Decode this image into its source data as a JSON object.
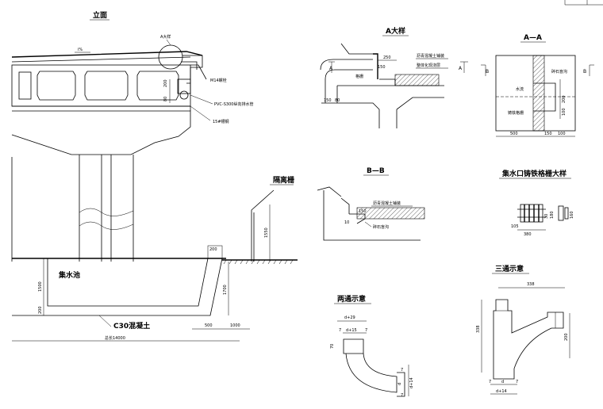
{
  "titles": {
    "elevation": "立面",
    "detail_a": "A大样",
    "section_aa": "A—A",
    "section_bb": "B—B",
    "grate_detail": "集水口铸铁格栅大样",
    "two_way": "两通示意",
    "three_way": "三通示意",
    "isolation_fence": "隔离栅"
  },
  "elevation": {
    "label_a_detail": "A大样",
    "label_m14": "M14螺栓",
    "label_pvc": "PVC-S300纵向排水管",
    "label_clamp": "15#槽钢",
    "label_basin": "集水池",
    "label_concrete": "C30混凝土",
    "slope_mark": "i%",
    "dims": {
      "d200": "200",
      "d80": "80",
      "d1550": "1550",
      "d1700": "1700",
      "d1500": "1500",
      "d200b": "200",
      "d200c": "200",
      "d500": "500",
      "d1000": "1000",
      "total": "总长14000"
    }
  },
  "detail_a": {
    "label_grate": "格栅",
    "label_asphalt": "沥青混凝土铺装",
    "label_waterproof": "整体化现浇层",
    "mark_left": "A",
    "mark_right": "A",
    "dims": {
      "d250": "250",
      "d150": "150",
      "d150b": "150",
      "d80": "80"
    }
  },
  "section_aa": {
    "mark_left": "B",
    "mark_right": "B",
    "label_water": "水流",
    "label_gravel": "碎石盲沟",
    "label_grate": "铸铁格栅",
    "dims": {
      "d200": "200",
      "d100": "100",
      "d500": "500",
      "d150": "150",
      "d100b": "100"
    }
  },
  "section_bb": {
    "label_asphalt": "沥青混凝土铺装",
    "label_gravel": "碎石盲沟",
    "dims": {
      "d150": "150",
      "d10": "10"
    }
  },
  "grate_detail": {
    "dims": {
      "d105": "105",
      "d380": "380",
      "d30": "30",
      "d180": "180",
      "d160": "160"
    }
  },
  "two_way": {
    "dims": {
      "d29": "d+29",
      "d15": "d+15",
      "d7a": "7",
      "d7b": "7",
      "d70": "70",
      "d7c": "7",
      "dd": "d",
      "d14": "d+14",
      "d7d": "7"
    }
  },
  "three_way": {
    "dims": {
      "d338a": "338",
      "d338b": "338",
      "d200": "200",
      "d7a": "7",
      "dd": "d",
      "d7b": "7",
      "d14": "d+14"
    }
  }
}
